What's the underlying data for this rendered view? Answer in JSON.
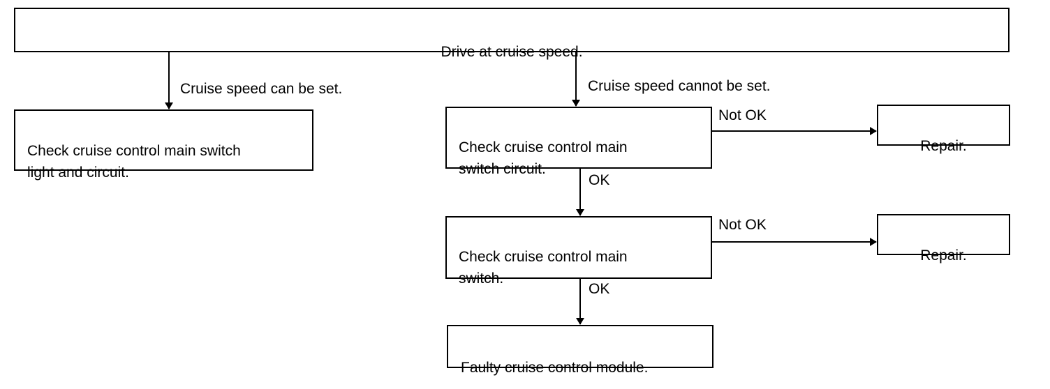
{
  "flowchart": {
    "nodes": {
      "start": "Drive at cruise speed.",
      "check_light_circuit": "Check cruise control main switch\nlight and circuit.",
      "check_switch_circuit": "Check cruise control main\nswitch circuit.",
      "repair_1": "Repair.",
      "check_switch": "Check cruise control main\nswitch.",
      "repair_2": "Repair.",
      "faulty_module": "Faulty cruise control module."
    },
    "edge_labels": {
      "can_be_set": "Cruise speed can be set.",
      "cannot_be_set": "Cruise speed cannot be set.",
      "not_ok_1": "Not OK",
      "ok_1": "OK",
      "not_ok_2": "Not OK",
      "ok_2": "OK"
    }
  }
}
